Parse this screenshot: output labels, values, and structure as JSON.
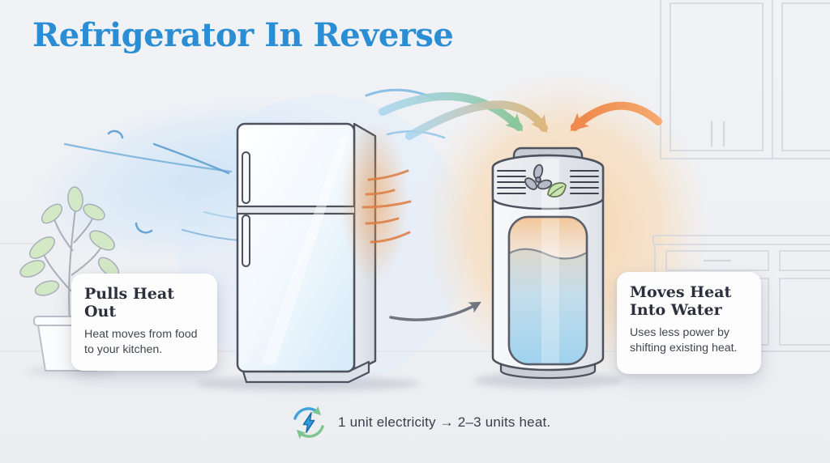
{
  "title": "Refrigerator In Reverse",
  "callouts": {
    "left": {
      "heading": "Pulls Heat Out",
      "body": "Heat moves from food to your kitchen."
    },
    "right": {
      "heading": "Moves Heat Into Water",
      "body": "Uses less power by shifting existing heat."
    }
  },
  "caption": {
    "text": "1 unit electricity → 2–3 units heat."
  },
  "colors": {
    "title_blue": "#2b8ed5",
    "wind_blue": "#6fabd8",
    "arrow_green": "#8cc79b",
    "arrow_tan": "#dcb87e",
    "arrow_orange": "#f08a4e",
    "heat_wave_orange": "#dd7d42",
    "water_blue": "#9ed2ee",
    "leaf_green": "#cbe5b0",
    "bolt_blue": "#2e9ce1",
    "cycle_green": "#7cc68e",
    "card_background": "#fdfdfe",
    "heading_dark": "#2c303c"
  }
}
